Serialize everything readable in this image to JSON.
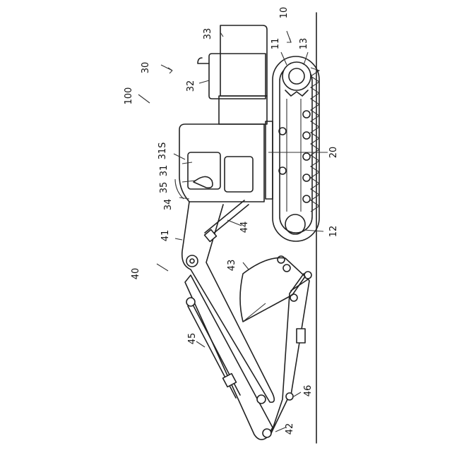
{
  "labels": {
    "excavator": "100",
    "undercarriage": "10",
    "upper": "30",
    "work_machine": "40",
    "idler": "11",
    "lower_roller": "12",
    "sprocket": "13",
    "frame": "20",
    "cab": "31",
    "cab_seat": "31S",
    "counterweight_box": "32",
    "engine_cover": "33",
    "cab_wall": "34",
    "lever": "35",
    "boom": "41",
    "arm": "42",
    "bucket": "43",
    "boom_cylinder": "44",
    "arm_cylinder": "45",
    "bucket_cylinder": "46"
  },
  "colors": {
    "line": "#222222",
    "background": "#ffffff"
  }
}
